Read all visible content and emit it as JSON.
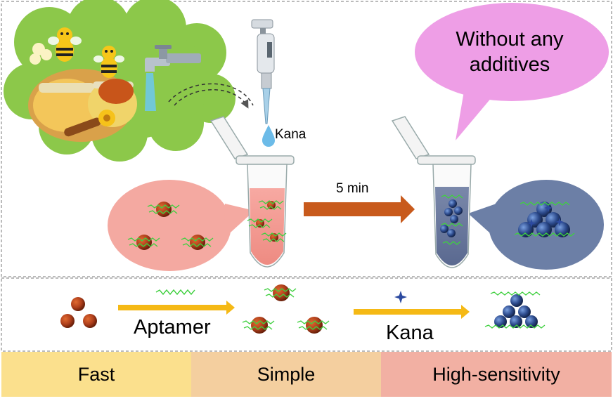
{
  "labels": {
    "kana_drop": "Kana",
    "time": "5 min",
    "bubble": "Without any additives",
    "aptamer": "Aptamer",
    "kana": "Kana"
  },
  "features": [
    "Fast",
    "Simple",
    "High-sensitivity"
  ],
  "colors": {
    "honey_cloud": "#8cc84a",
    "red_bubble": "#f4a9a1",
    "blue_bubble": "#6c7fa6",
    "pink_bubble": "#ee9ee6",
    "gold_arrow": "#f5b915",
    "brown_arrow": "#c85a1c",
    "nanoparticle": "#b0401c",
    "aggregate": "#2c4a8c",
    "aptamer_strand": "#40d040",
    "bar_fast": "#fbe08d",
    "bar_simple": "#f4cf9f",
    "bar_high": "#f2b0a3"
  },
  "icons": [
    "bee-icon",
    "faucet-icon",
    "pipette-icon",
    "tube-icon",
    "nanoparticle-icon",
    "kanamycin-star-icon",
    "honey-jar-icon"
  ]
}
